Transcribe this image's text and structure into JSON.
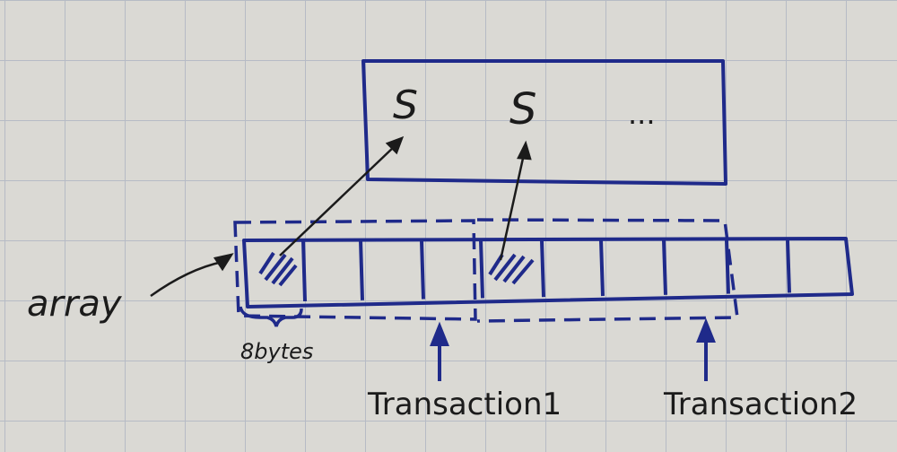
{
  "labels": {
    "array": "array",
    "element_size": "8bytes",
    "transaction1": "Transaction1",
    "transaction2": "Transaction2"
  },
  "top_box": {
    "marks": [
      "S",
      "S",
      "..."
    ]
  },
  "array": {
    "cell_count": 10,
    "shaded_cells": [
      0,
      4
    ]
  },
  "colors": {
    "paper": "#d9d8d3",
    "grid": "#b7bcc6",
    "ink_blue": "#1f2a8a",
    "ink_black": "#1b1b1b"
  }
}
